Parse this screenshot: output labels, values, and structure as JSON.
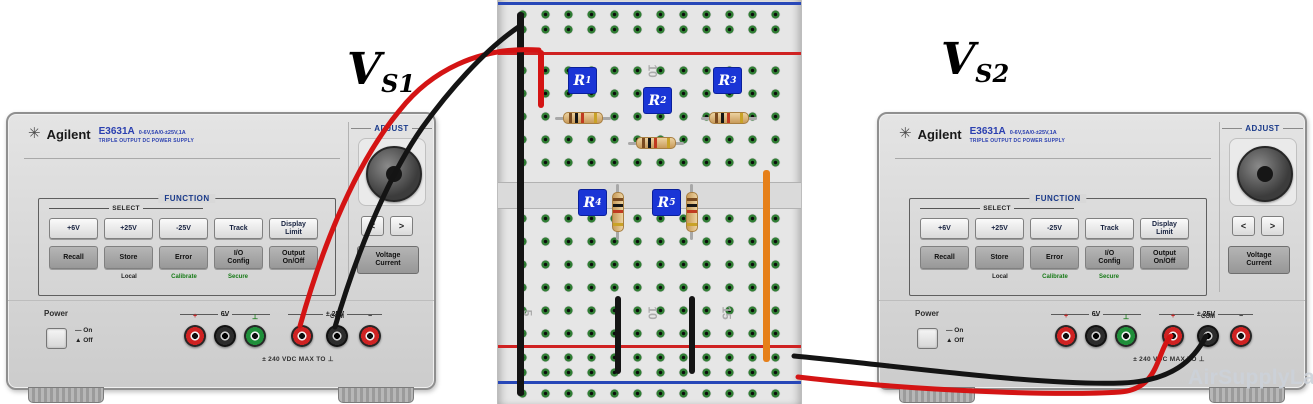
{
  "scene": {
    "vs1_main": "V",
    "vs1_sub": "S1",
    "vs2_main": "V",
    "vs2_sub": "S2",
    "watermark": "AirSupplyLab"
  },
  "colors": {
    "rail_red": "#cf2222",
    "rail_blue": "#2747b8",
    "hole_green": "#2f7d33",
    "wire_black": "#141414",
    "wire_red": "#d41414",
    "wire_orange": "#e6801a",
    "resistor_label_blue": "#1a35d6",
    "model_text_blue": "#2a3fb0"
  },
  "psu": {
    "brand": "Agilent",
    "logo_glyph": "✳",
    "model": "E3631A",
    "specs": "0-6V,5A/0-±25V,1A",
    "subtitle": "TRIPLE OUTPUT DC POWER SUPPLY",
    "adjust_label": "ADJUST",
    "function_label": "FUNCTION",
    "select_label": "SELECT",
    "row1": [
      "+6V",
      "+25V",
      "-25V",
      "Track",
      "Display\nLimit"
    ],
    "row2": [
      "Recall",
      "Store",
      "Error",
      "I/O\nConfig",
      "Output\nOn/Off"
    ],
    "hint_local": "Local",
    "hint_calibrate": "Calibrate",
    "hint_secure": "Secure",
    "arrow_left": "<",
    "arrow_right": ">",
    "voltage_current": "Voltage\nCurrent",
    "power_label": "Power",
    "on_label": "— On",
    "off_label": "▲ Off",
    "section_6v": "6V",
    "section_25v": "± 25V",
    "term_plus": "+",
    "term_minus": "−",
    "term_gnd": "⊥",
    "term_com": "COM",
    "max_note": "± 240 VDC MAX TO ⊥"
  },
  "breadboard": {
    "resistors": [
      {
        "name": "R",
        "sub": "1"
      },
      {
        "name": "R",
        "sub": "2"
      },
      {
        "name": "R",
        "sub": "3"
      },
      {
        "name": "R",
        "sub": "4"
      },
      {
        "name": "R",
        "sub": "5"
      }
    ],
    "numbers": {
      "top10": "10",
      "b5": "5",
      "b10": "10",
      "b15": "15"
    }
  }
}
